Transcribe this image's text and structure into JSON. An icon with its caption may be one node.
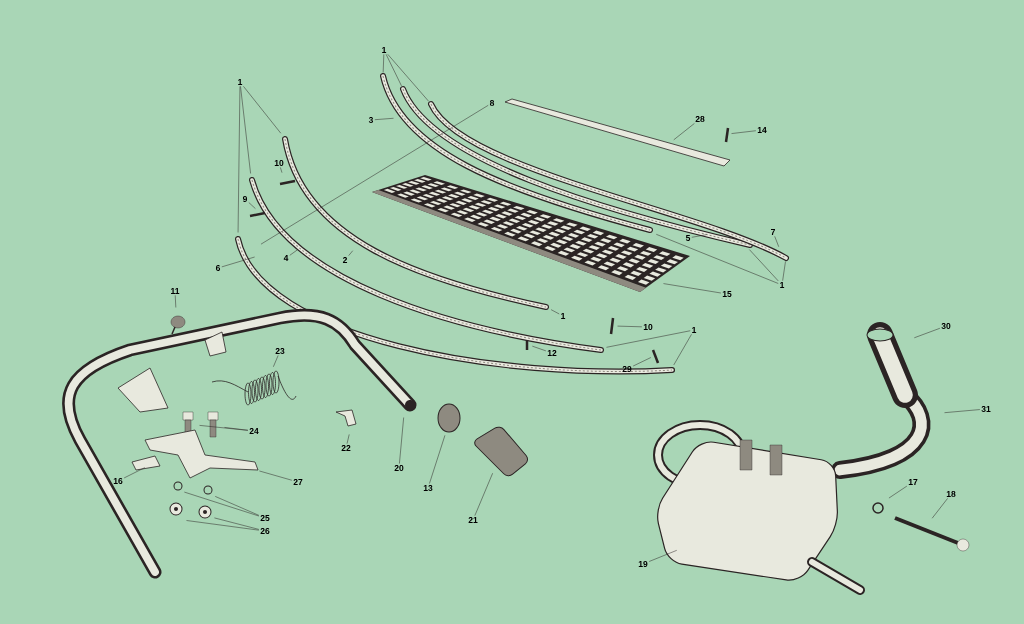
{
  "diagram": {
    "nodes": [
      {
        "text": [
          "1"
        ]
      },
      {
        "text": [
          "1"
        ]
      },
      {
        "text": [
          "10"
        ]
      },
      {
        "text": [
          "9"
        ]
      },
      {
        "text": [
          "8"
        ]
      },
      {
        "text": [
          "3"
        ]
      },
      {
        "text": [
          "6"
        ]
      },
      {
        "text": [
          "4"
        ]
      },
      {
        "text": [
          "2"
        ]
      },
      {
        "text": [
          "28"
        ]
      },
      {
        "text": [
          "14"
        ]
      },
      {
        "text": [
          "5"
        ]
      },
      {
        "text": [
          "7"
        ]
      },
      {
        "text": [
          "1"
        ]
      },
      {
        "text": [
          "15"
        ]
      },
      {
        "text": [
          "1"
        ]
      },
      {
        "text": [
          "10"
        ]
      },
      {
        "text": [
          "12"
        ]
      },
      {
        "text": [
          "1"
        ]
      },
      {
        "text": [
          "29"
        ]
      },
      {
        "text": [
          "11"
        ]
      },
      {
        "text": [
          "23"
        ]
      },
      {
        "text": [
          "24"
        ]
      },
      {
        "text": [
          "22"
        ]
      },
      {
        "text": [
          "20"
        ]
      },
      {
        "text": [
          "13"
        ]
      },
      {
        "text": [
          "21"
        ]
      },
      {
        "text": [
          "16"
        ]
      },
      {
        "text": [
          "27"
        ]
      },
      {
        "text": [
          "25"
        ]
      },
      {
        "text": [
          "26"
        ]
      },
      {
        "text": [
          "30"
        ]
      },
      {
        "text": [
          "31"
        ]
      },
      {
        "text": [
          "17"
        ]
      },
      {
        "text": [
          "18"
        ]
      },
      {
        "text": [
          "19"
        ]
      }
    ],
    "edges": [
      {
        "from": 0,
        "to": null,
        "arrow": "none"
      },
      {
        "from": 0,
        "to": null,
        "arrow": "none"
      },
      {
        "from": 0,
        "to": null,
        "arrow": "none"
      },
      {
        "from": 1,
        "to": null,
        "arrow": "none"
      },
      {
        "from": 1,
        "to": null,
        "arrow": "none"
      },
      {
        "from": 1,
        "to": null,
        "arrow": "none"
      },
      {
        "from": 2,
        "to": null,
        "arrow": "none"
      },
      {
        "from": 3,
        "to": null,
        "arrow": "none"
      },
      {
        "from": 4,
        "to": null,
        "arrow": "none"
      },
      {
        "from": 5,
        "to": null,
        "arrow": "none"
      },
      {
        "from": 6,
        "to": null,
        "arrow": "none"
      },
      {
        "from": 7,
        "to": null,
        "arrow": "none"
      },
      {
        "from": 8,
        "to": null,
        "arrow": "none"
      },
      {
        "from": 9,
        "to": null,
        "arrow": "none"
      },
      {
        "from": 10,
        "to": null,
        "arrow": "none"
      },
      {
        "from": 11,
        "to": null,
        "arrow": "none"
      },
      {
        "from": 12,
        "to": null,
        "arrow": "none"
      },
      {
        "from": 13,
        "to": null,
        "arrow": "none"
      },
      {
        "from": 13,
        "to": null,
        "arrow": "none"
      },
      {
        "from": 13,
        "to": null,
        "arrow": "none"
      },
      {
        "from": 14,
        "to": null,
        "arrow": "none"
      },
      {
        "from": 15,
        "to": null,
        "arrow": "none"
      },
      {
        "from": 16,
        "to": null,
        "arrow": "none"
      },
      {
        "from": 17,
        "to": null,
        "arrow": "none"
      },
      {
        "from": 18,
        "to": null,
        "arrow": "none"
      },
      {
        "from": 18,
        "to": null,
        "arrow": "none"
      },
      {
        "from": 19,
        "to": null,
        "arrow": "none"
      },
      {
        "from": 20,
        "to": null,
        "arrow": "none"
      },
      {
        "from": 21,
        "to": null,
        "arrow": "none"
      },
      {
        "from": 22,
        "to": null,
        "arrow": "none"
      },
      {
        "from": 22,
        "to": null,
        "arrow": "none"
      },
      {
        "from": 23,
        "to": null,
        "arrow": "none"
      },
      {
        "from": 24,
        "to": null,
        "arrow": "none"
      },
      {
        "from": 25,
        "to": null,
        "arrow": "none"
      },
      {
        "from": 26,
        "to": null,
        "arrow": "none"
      },
      {
        "from": 27,
        "to": null,
        "arrow": "none"
      },
      {
        "from": 28,
        "to": null,
        "arrow": "none"
      },
      {
        "from": 29,
        "to": null,
        "arrow": "none"
      },
      {
        "from": 29,
        "to": null,
        "arrow": "none"
      },
      {
        "from": 30,
        "to": null,
        "arrow": "none"
      },
      {
        "from": 30,
        "to": null,
        "arrow": "none"
      },
      {
        "from": 31,
        "to": null,
        "arrow": "none"
      },
      {
        "from": 32,
        "to": null,
        "arrow": "none"
      },
      {
        "from": 33,
        "to": null,
        "arrow": "none"
      },
      {
        "from": 34,
        "to": null,
        "arrow": "none"
      },
      {
        "from": 35,
        "to": null,
        "arrow": "none"
      }
    ]
  }
}
